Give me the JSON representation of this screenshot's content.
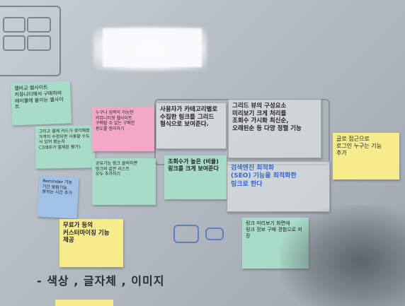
{
  "notes": {
    "n1": "웹비교 웹사이트\n커뮤니티에서 구매하여\n레이블에 붙이는 웹사이트",
    "n2": "그리고 결제 카드가 생각해봤\n가격이 수정되면 사용할 수도\n사 있어 봤는지\n(그래프가 결제된 평가)",
    "n3": "Reminder 기능\n기간 알림기능\n원하는 시간 추가",
    "n4": "누구나 입력이 가능한 \n커뮤니티형 웹사이트\n구매할 수 있는 구매한 \n용도를 정리하기",
    "n5": "사용자가 카테고리별로\n수집한 링크를 그리드\n형식으로 보여준다.",
    "n6": "그리드 뷰의 구성요소\n미리보기 크게 처리를\n조회수 가시화 최신순,\n오래된순 등 다양 정렬 기능",
    "n7": "공유기능 링크 클릭하면\n링크와 같은 리스트 \n모두 추가하기",
    "n8": "조회수가 높은 (비율)\n링크를 크게 보여준다",
    "n9": "검색엔진 최적화\n(SEO) 기능을 최적화한\n링크로 한다",
    "n10": "글로 접근으로\n로그인 누구는 기능\n추가",
    "n11": "무료가 등의\n커스터마이징 기능\n제공",
    "n12": "링크 미리보기 화면에\n링크 정보 구매 경험으로 저장"
  },
  "marker_text": {
    "bottom": "- 색상 , 글자체 , 이미지"
  }
}
